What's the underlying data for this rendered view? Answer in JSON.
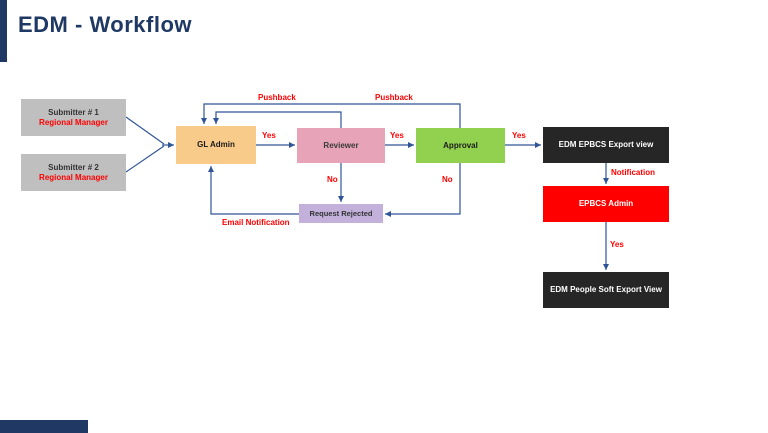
{
  "title": "EDM  - Workflow",
  "nodes": {
    "submitter1_line1": "Submitter # 1",
    "submitter1_line2": "Regional Manager",
    "submitter2_line1": "Submitter # 2",
    "submitter2_line2": "Regional Manager",
    "gl_admin": "GL Admin",
    "reviewer": "Reviewer",
    "approval": "Approval",
    "edm_epbcs_export": "EDM EPBCS Export view",
    "epbcs_admin": "EPBCS Admin",
    "edm_peoplesoft_export": "EDM People Soft Export View",
    "request_rejected": "Request Rejected"
  },
  "labels": {
    "yes_gl_to_reviewer": "Yes",
    "yes_reviewer_to_approval": "Yes",
    "yes_approval_to_export": "Yes",
    "yes_admin_to_peoplesoft": "Yes",
    "no_reviewer": "No",
    "no_approval": "No",
    "pushback_reviewer": "Pushback",
    "pushback_approval": "Pushback",
    "notification": "Notification",
    "email_notification": "Email Notification"
  },
  "colors": {
    "title": "#1F3864",
    "accent_bar": "#1F3864",
    "connector": "#2F5597",
    "label_red": "#FF0000",
    "submitter_bg": "#BFBFBF",
    "gl_admin_bg": "#F9CB8B",
    "reviewer_bg": "#E7A3B8",
    "approval_bg": "#92D050",
    "dark_bg": "#262626",
    "red_bg": "#FF0000",
    "rejected_bg": "#C3B1DC"
  }
}
